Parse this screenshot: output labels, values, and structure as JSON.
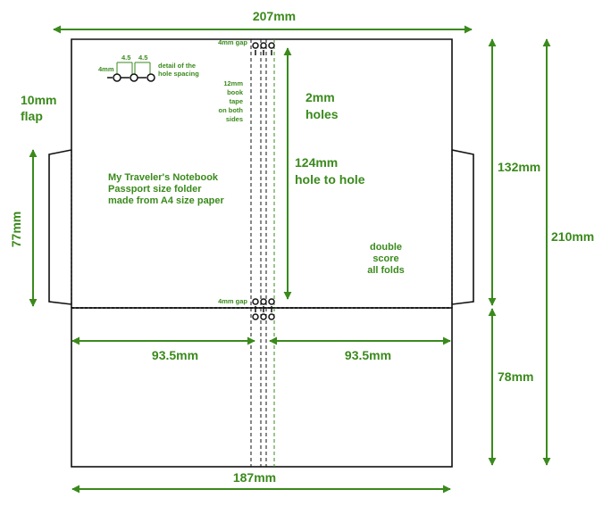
{
  "colors": {
    "accent": "#3a8a1c",
    "line": "#111111",
    "background": "#ffffff"
  },
  "dimensions": {
    "total_width": "207mm",
    "flap_label": "10mm\nflap",
    "flap_height": "77mm",
    "upper_height": "132mm",
    "total_height": "210mm",
    "lower_height": "78mm",
    "left_panel": "93.5mm",
    "right_panel": "93.5mm",
    "bottom_width": "187mm"
  },
  "annotations": {
    "gap_top": "4mm gap",
    "gap_bottom": "4mm gap",
    "spine_note": "12mm\nbook\ntape\non both\nsides",
    "holes": "2mm\nholes",
    "hole_to_hole": "124mm\nhole to hole",
    "title": "My Traveler's Notebook\nPassport size folder\nmade from A4 size paper",
    "score": "double\nscore\nall folds"
  },
  "hole_detail": {
    "spacing_a": "4.5",
    "spacing_b": "4.5",
    "edge": "4mm",
    "caption": "detail of the\nhole spacing"
  }
}
